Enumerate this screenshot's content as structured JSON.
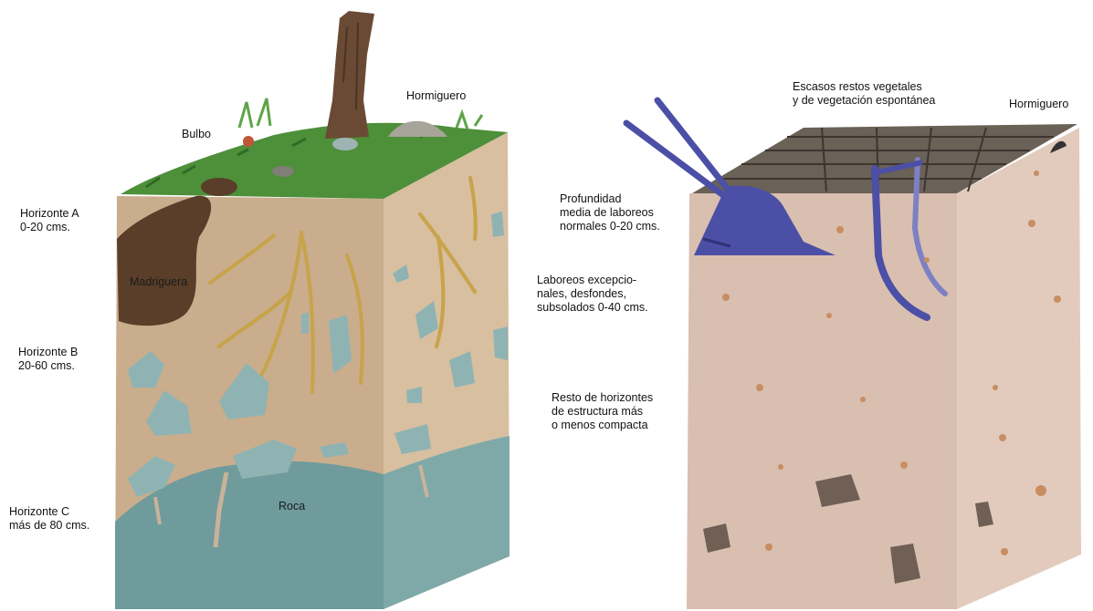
{
  "left_diagram": {
    "horizon_a": "Horizonte A\n0-20 cms.",
    "horizon_b": "Horizonte B\n20-60 cms.",
    "horizon_c": "Horizonte C\nmás de 80 cms.",
    "bulb": "Bulbo",
    "anthill": "Hormiguero",
    "burrow": "Madriguera",
    "rock": "Roca"
  },
  "right_diagram": {
    "plant_residue": "Escasos restos vegetales\ny de vegetación espontánea",
    "anthill": "Hormiguero",
    "tillage_depth": "Profundidad\nmedia de laboreos\nnormales 0-20 cms.",
    "exceptional_tillage": "Laboreos excepcio-\nnales, desfondes,\nsubsolados 0-40 cms.",
    "remaining_horizons": "Resto de horizontes\nde estructura más\no menos compacta"
  },
  "colors": {
    "grass": "#4e8f3a",
    "soil_front": "#c9ad8c",
    "soil_side": "#d8bfa0",
    "rock": "#6f9b9c",
    "stones": "#8fb3b3",
    "roots": "#c7a34a",
    "tilled_soil_front": "#d9bfb0",
    "tilled_soil_side": "#e2cbbd",
    "plough": "#4c4fa6",
    "furrows": "#5d544d"
  }
}
